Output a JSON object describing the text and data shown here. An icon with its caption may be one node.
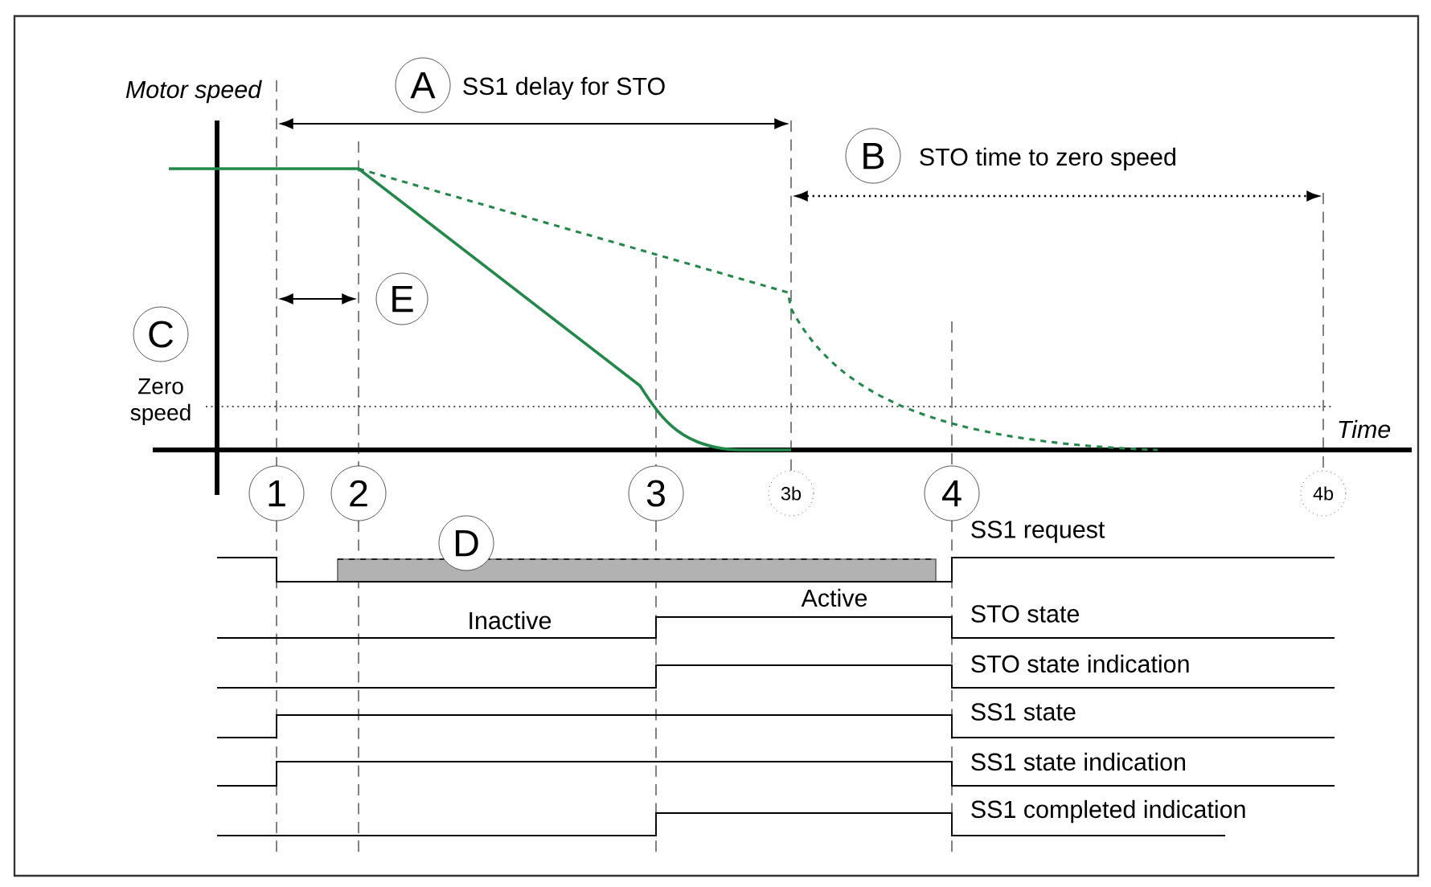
{
  "diagram": {
    "nodes": [
      {
        "text": [
          "A"
        ],
        "beside": [
          "SS1 delay for STO"
        ]
      },
      {
        "text": [
          "B"
        ],
        "beside": [
          "STO time to zero speed"
        ]
      },
      {
        "text": [
          "E"
        ]
      },
      {
        "text": [
          "C"
        ],
        "beside": [
          "Zero speed"
        ]
      },
      {
        "text": [
          "1"
        ]
      },
      {
        "text": [
          "2"
        ]
      },
      {
        "text": [
          "3"
        ]
      },
      {
        "text": [
          "3b"
        ]
      },
      {
        "text": [
          "4"
        ]
      },
      {
        "text": [
          "4b"
        ]
      },
      {
        "text": [
          "D"
        ]
      }
    ],
    "labels": [
      "Motor speed",
      "Time",
      "SS1 request",
      "Inactive",
      "Active",
      "STO state",
      "STO state indication",
      "SS1 state",
      "SS1 state indication",
      "SS1 completed indication"
    ]
  }
}
